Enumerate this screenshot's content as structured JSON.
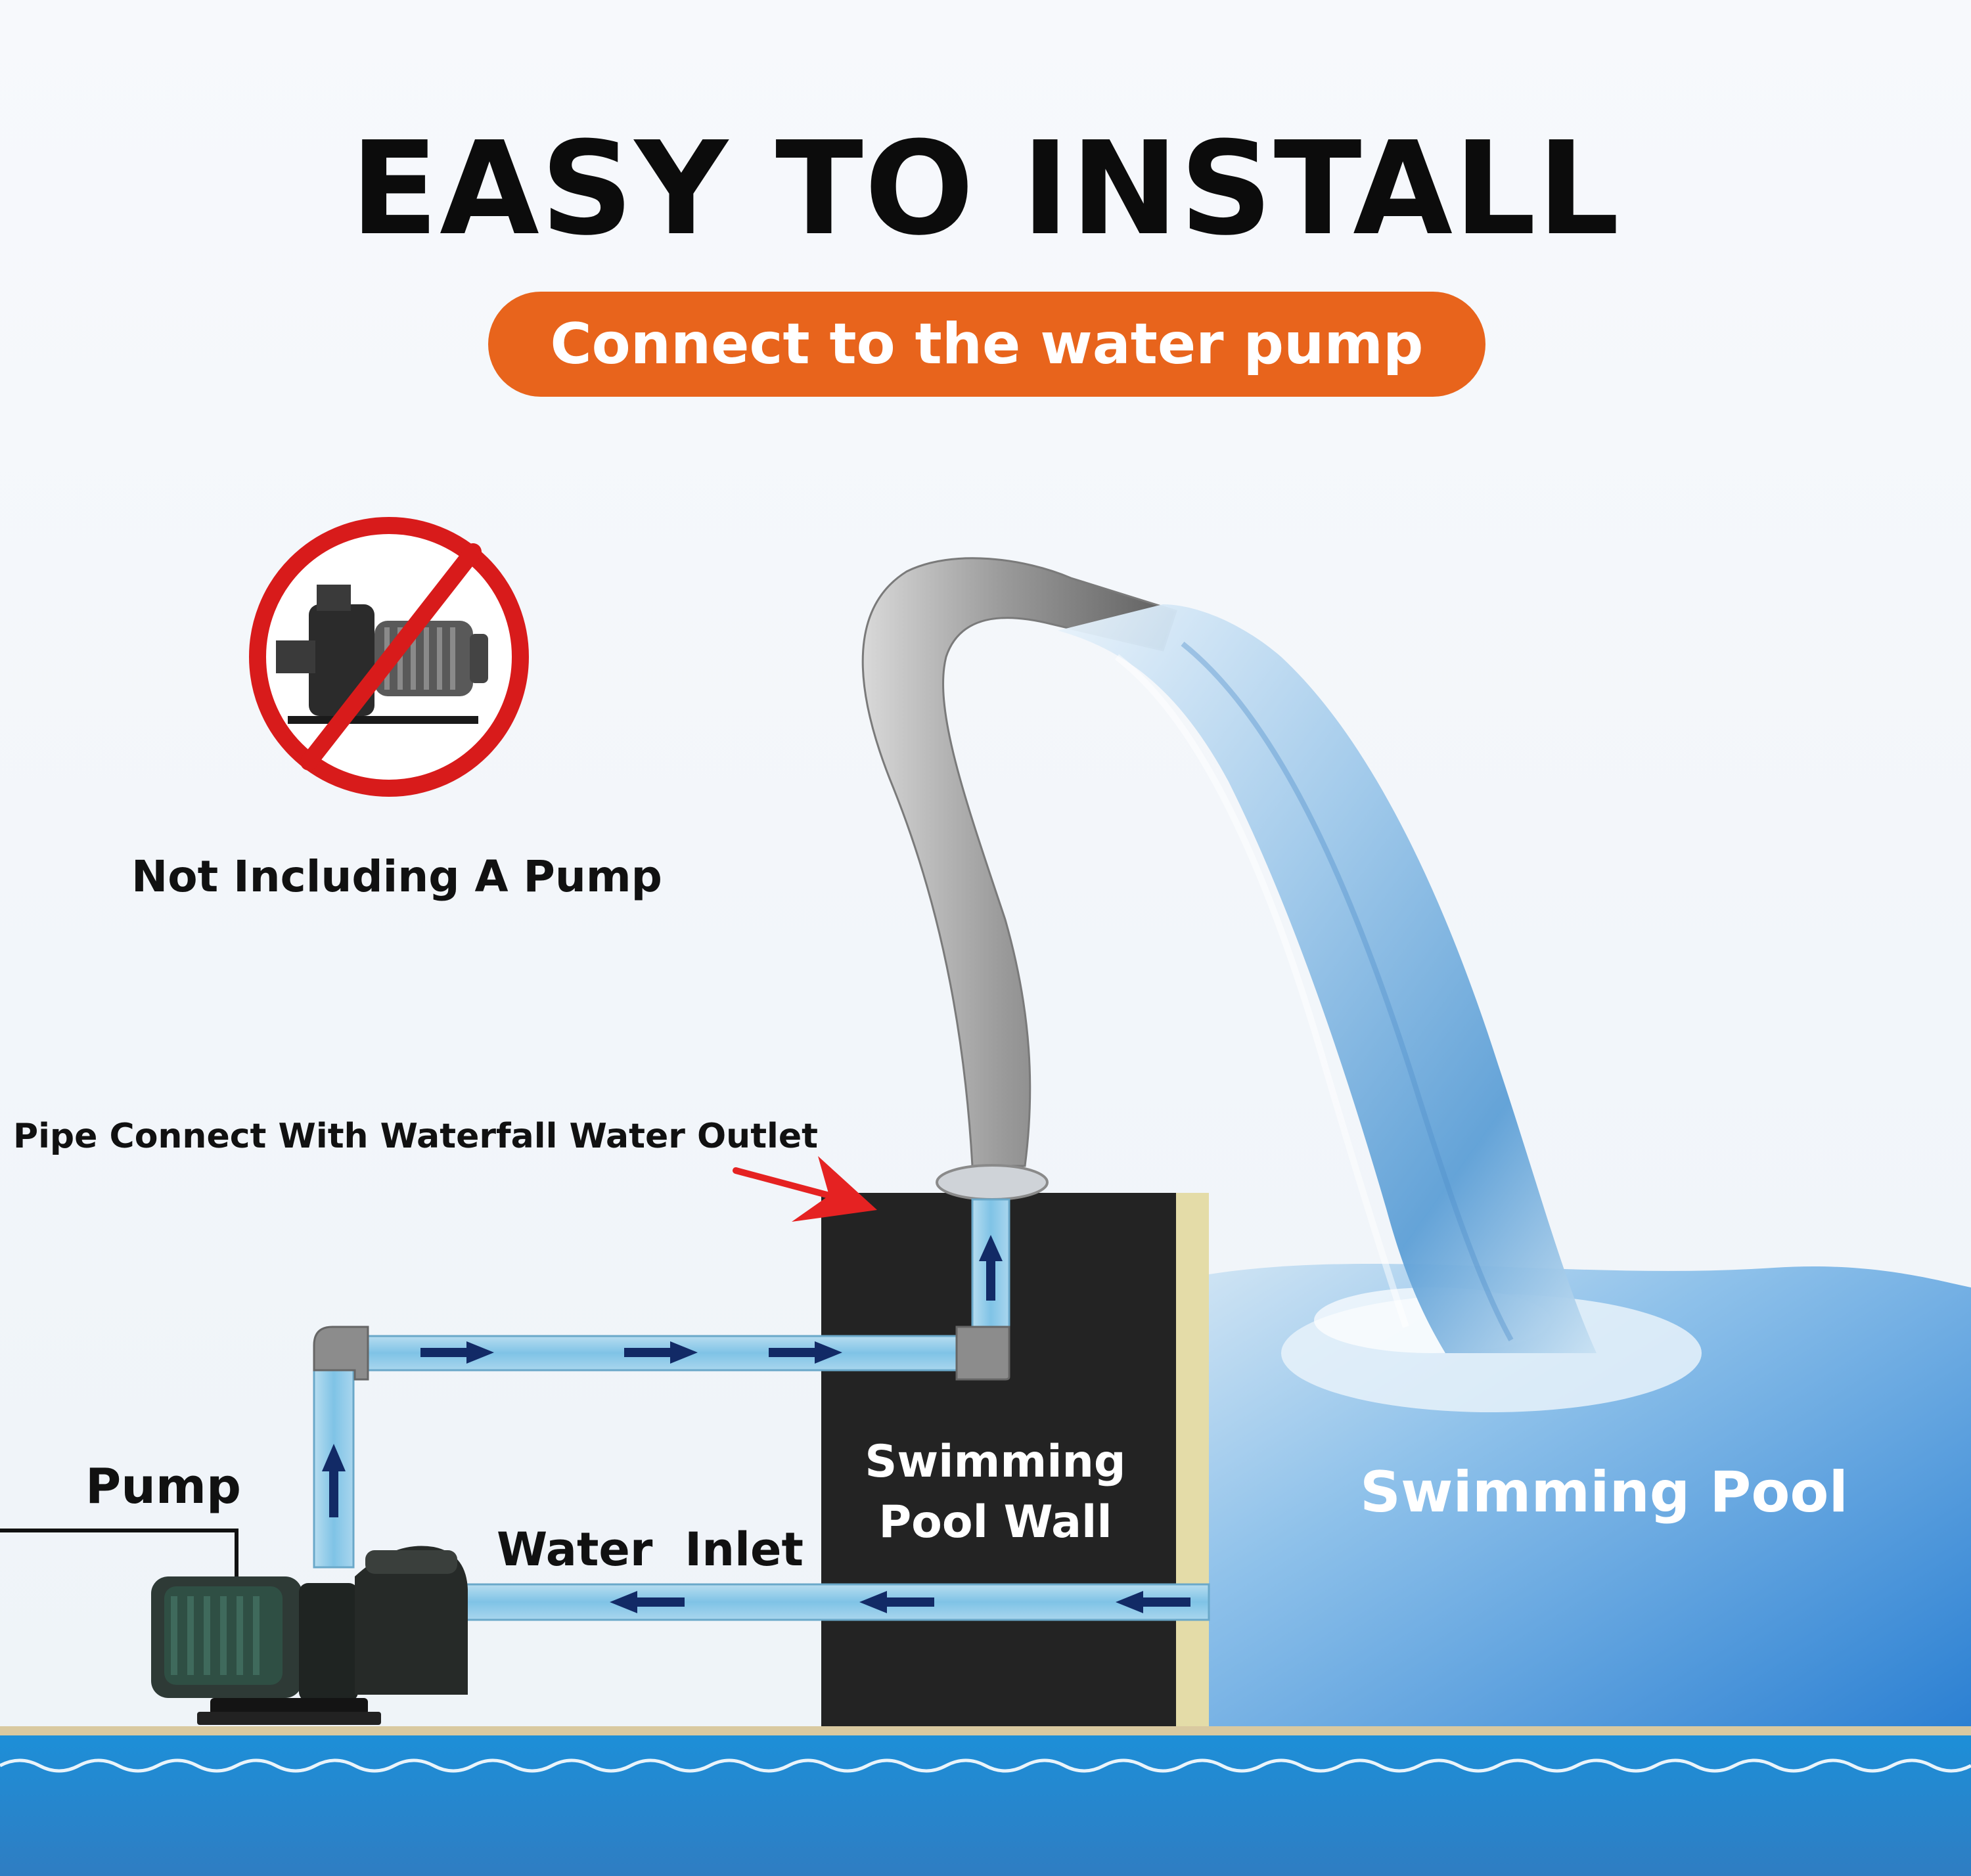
{
  "title": "EASY TO INSTALL",
  "subtitle": "Connect to the water pump",
  "labels": {
    "not_including_pump": "Not Including A Pump",
    "pipe_connect": "Pipe Connect With Waterfall Water Outlet",
    "pump": "Pump",
    "water_inlet": "Water  Inlet",
    "pool_wall_line1": "Swimming",
    "pool_wall_line2": "Pool Wall",
    "swimming_pool": "Swimming Pool"
  },
  "colors": {
    "accent_orange": "#e8641c",
    "prohibited_red": "#d81b1b",
    "pipe_blue": "#8fcbe8",
    "arrow_navy": "#122a66",
    "wall_dark": "#232323",
    "pool_blue": "#2f86d4"
  },
  "icons": [
    "prohibited-sign-icon",
    "pump-icon",
    "waterfall-spout-icon",
    "flow-arrow-icon"
  ]
}
